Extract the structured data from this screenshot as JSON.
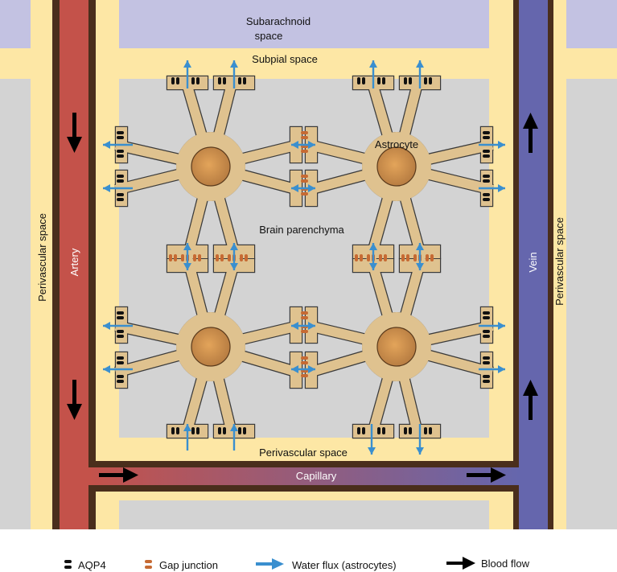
{
  "labels": {
    "subarachnoid_line1": "Subarachnoid",
    "subarachnoid_line2": "space",
    "subpial": "Subpial space",
    "astrocyte": "Astrocyte",
    "parenchyma": "Brain parenchyma",
    "perivascular_bottom": "Perivascular space",
    "perivascular_left": "Perivascular space",
    "perivascular_right": "Perivascular space",
    "artery": "Artery",
    "vein": "Vein",
    "capillary": "Capillary"
  },
  "legend": [
    {
      "key": "aqp4",
      "label": "AQP4",
      "icon": "aqp4-icon"
    },
    {
      "key": "gap",
      "label": "Gap junction",
      "icon": "gap-junction-icon"
    },
    {
      "key": "water",
      "label": "Water flux (astrocytes)",
      "icon": "blue-arrow-icon"
    },
    {
      "key": "blood",
      "label": "Blood flow",
      "icon": "black-arrow-icon"
    }
  ],
  "colors": {
    "subarachnoid": "#c3c2e2",
    "perivascular": "#fde7a5",
    "parenchyma": "#d3d3d3",
    "astrocyte": "#dfc28f",
    "astrocyte_outline": "#3a3a3a",
    "nucleus_center": "#e3a45a",
    "nucleus_edge": "#b47a40",
    "artery": "#c4524a",
    "vein": "#6566ad",
    "vessel_wall": "#4a2e1c",
    "water_arrow": "#3a8fcf",
    "gap_junction": "#c66a33",
    "aqp4": "#111111",
    "blood_arrow": "#000000"
  }
}
